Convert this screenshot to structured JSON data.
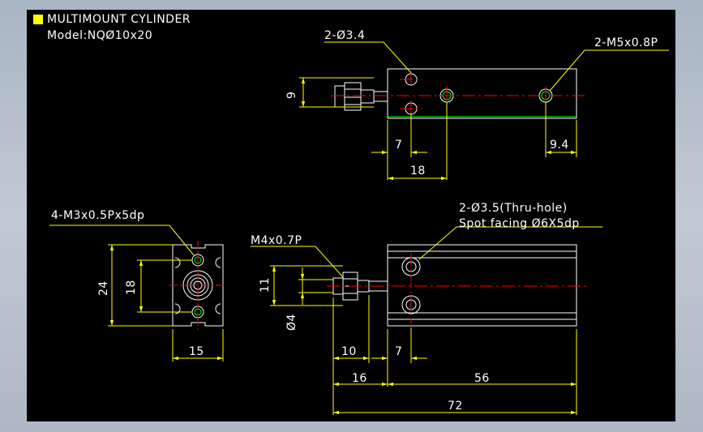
{
  "title_block": {
    "title": "MULTIMOUNT CYLINDER",
    "model": "Model:NQØ10x20"
  },
  "colors": {
    "background": "#000000",
    "outline": "#ffffff",
    "dimension": "#ffff00",
    "centerline": "#ff0000",
    "hole_highlight": "#00ff00"
  },
  "top_view": {
    "callout_left": "2-Ø3.4",
    "callout_right": "2-M5x0.8P",
    "dim_height": "9",
    "dim_7": "7",
    "dim_18": "18",
    "dim_9_4": "9.4"
  },
  "end_view": {
    "callout": "4-M3x0.5Px5dp",
    "dim_24": "24",
    "dim_18": "18",
    "dim_15": "15"
  },
  "side_view": {
    "callout_thread": "M4x0.7P",
    "callout_hole_line1": "2-Ø3.5(Thru-hole)",
    "callout_hole_line2": "Spot facing Ø6X5dp",
    "dim_11": "11",
    "dim_phi4": "Ø4",
    "dim_10": "10",
    "dim_7": "7",
    "dim_16": "16",
    "dim_56": "56",
    "dim_72": "72"
  }
}
